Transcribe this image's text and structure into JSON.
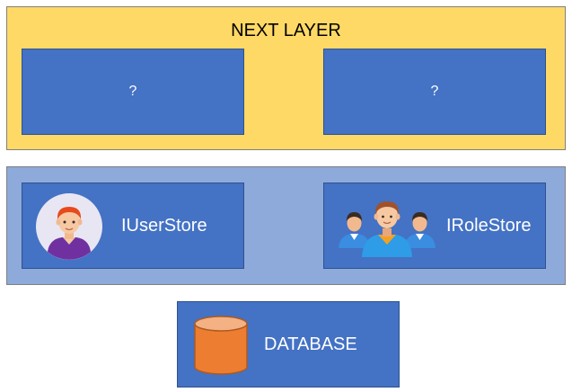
{
  "next_layer": {
    "title": "NEXT LAYER",
    "left_box": "?",
    "right_box": "?"
  },
  "store_layer": {
    "user_store": {
      "label": "IUserStore",
      "icon": "user-avatar-icon"
    },
    "role_store": {
      "label": "IRoleStore",
      "icon": "group-users-icon"
    }
  },
  "database": {
    "label": "DATABASE",
    "icon": "database-cylinder-icon"
  },
  "colors": {
    "next_layer_fill": "#ffd966",
    "store_layer_fill": "#8eaadb",
    "box_fill": "#4472c4",
    "cylinder_fill": "#ed7d31"
  }
}
